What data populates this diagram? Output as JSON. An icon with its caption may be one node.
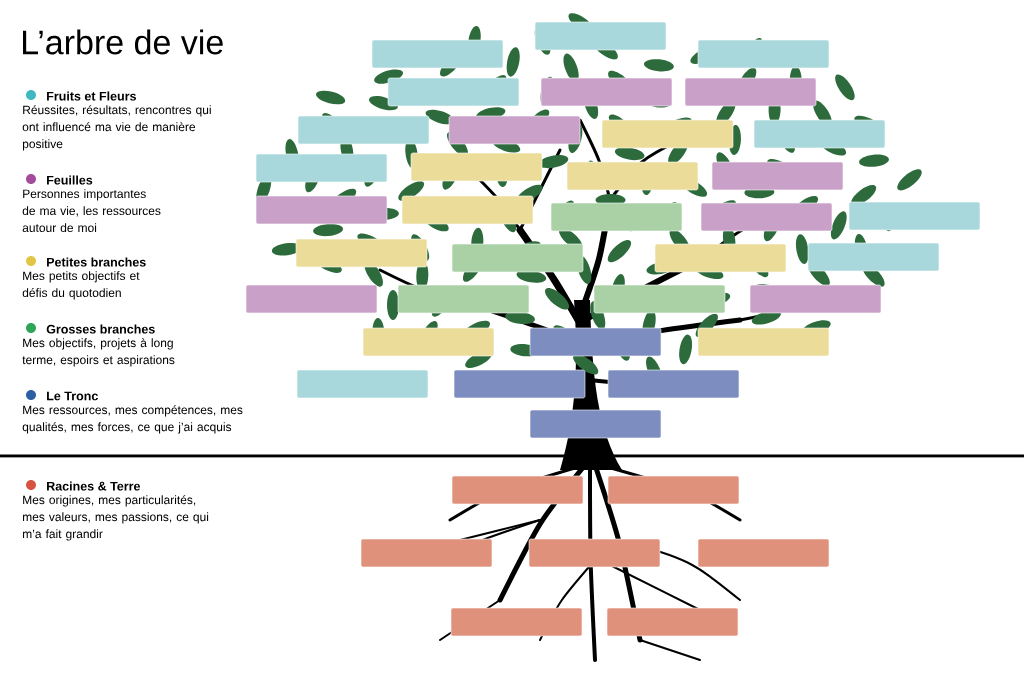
{
  "diagram": {
    "title": "L’arbre de vie",
    "nodes": [
      {
        "text": [],
        "shape": "box"
      },
      {
        "text": [],
        "shape": "box"
      },
      {
        "text": [],
        "shape": "box"
      },
      {
        "text": [],
        "shape": "box"
      },
      {
        "text": [],
        "shape": "box"
      },
      {
        "text": [],
        "shape": "box"
      },
      {
        "text": [],
        "shape": "box"
      },
      {
        "text": [],
        "shape": "box"
      },
      {
        "text": [],
        "shape": "box"
      },
      {
        "text": [],
        "shape": "box"
      },
      {
        "text": [],
        "shape": "box"
      },
      {
        "text": [],
        "shape": "box"
      },
      {
        "text": [],
        "shape": "box"
      },
      {
        "text": [],
        "shape": "box"
      },
      {
        "text": [],
        "shape": "box"
      },
      {
        "text": [],
        "shape": "box"
      },
      {
        "text": [],
        "shape": "box"
      },
      {
        "text": [],
        "shape": "box"
      },
      {
        "text": [],
        "shape": "box"
      },
      {
        "text": [],
        "shape": "box"
      },
      {
        "text": [],
        "shape": "box"
      },
      {
        "text": [],
        "shape": "box"
      },
      {
        "text": [],
        "shape": "box"
      },
      {
        "text": [],
        "shape": "box"
      },
      {
        "text": [],
        "shape": "box"
      },
      {
        "text": [],
        "shape": "box"
      },
      {
        "text": [],
        "shape": "box"
      },
      {
        "text": [],
        "shape": "box"
      },
      {
        "text": [],
        "shape": "box"
      },
      {
        "text": [],
        "shape": "box"
      },
      {
        "text": [],
        "shape": "box"
      },
      {
        "text": [],
        "shape": "box"
      },
      {
        "text": [],
        "shape": "box"
      },
      {
        "text": [],
        "shape": "box"
      },
      {
        "text": [],
        "shape": "box"
      },
      {
        "text": [],
        "shape": "box"
      },
      {
        "text": [],
        "shape": "box"
      },
      {
        "text": [],
        "shape": "box"
      },
      {
        "text": [],
        "shape": "box"
      },
      {
        "text": [],
        "shape": "box"
      },
      {
        "text": [],
        "shape": "box"
      }
    ],
    "labels": [
      "Réussites, résultats, rencontres qui ont influencé ma vie de manière positive",
      "Personnes importantes de ma vie, les ressources autour de moi",
      "Mes petits objectifs et défis du quotodien",
      "Mes objectifs, projets à long terme, espoirs et aspirations",
      "Mes ressources, mes compétences, mes qualités, mes forces, ce que j’ai acquis",
      "Mes origines, mes particularités, mes valeurs, mes passions, ce qui m’a fait grandir"
    ],
    "legend": [
      {
        "text": "Fruits et Fleurs",
        "color": "#3fb8c0"
      },
      {
        "text": "Feuilles",
        "color": "#a44b9c"
      },
      {
        "text": "Petites branches",
        "color": "#e2c547"
      },
      {
        "text": "Grosses branches",
        "color": "#2fa55a"
      },
      {
        "text": "Le Tronc",
        "color": "#2b5ea2"
      },
      {
        "text": "Racines & Terre",
        "color": "#d6543f"
      }
    ]
  }
}
